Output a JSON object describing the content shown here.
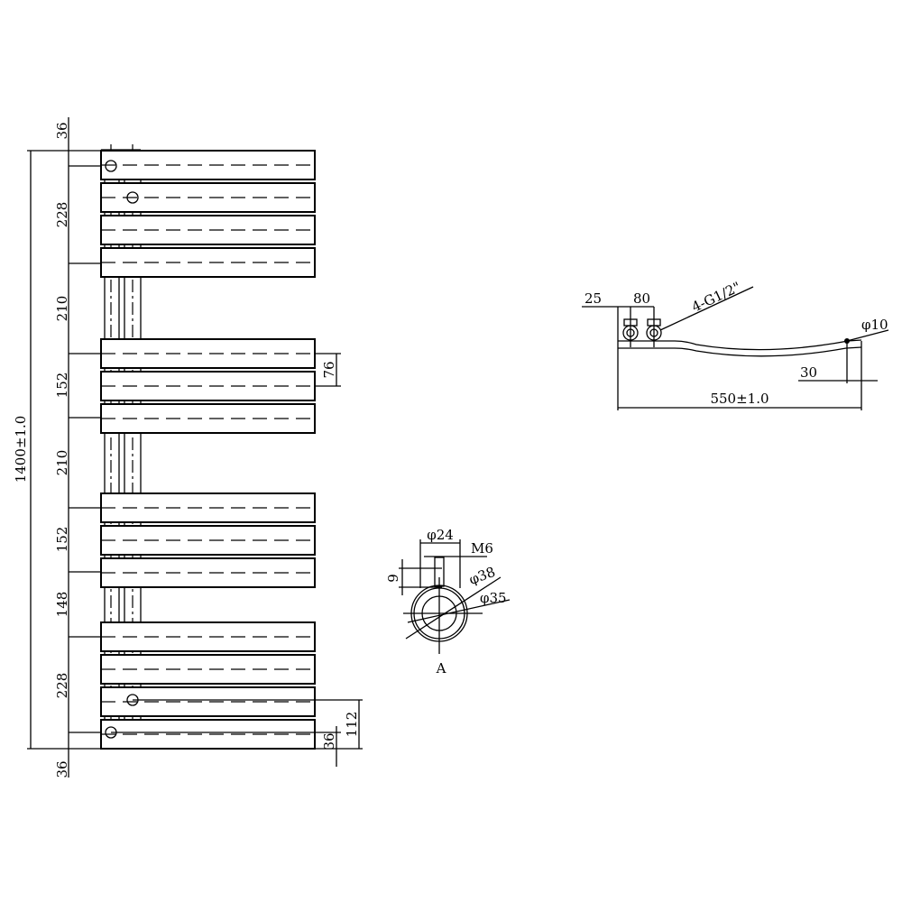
{
  "front_view": {
    "overall_height": "1400±1.0",
    "left_dims": [
      "36",
      "228",
      "210",
      "152",
      "210",
      "152",
      "148",
      "228",
      "36"
    ],
    "right_dims": {
      "spacing": "76",
      "bottom_offset": "112",
      "bottom_margin": "36"
    }
  },
  "section_view": {
    "label": "A",
    "dims": {
      "outer_dia": "φ24",
      "thread": "M6",
      "depth": "9",
      "dia_38": "φ38",
      "dia_35": "φ35"
    }
  },
  "side_view": {
    "dims": {
      "offset": "25",
      "centers": "80",
      "connections": "4-G1/2\"",
      "pin_dia": "φ10",
      "depth": "30",
      "width": "550±1.0"
    }
  }
}
